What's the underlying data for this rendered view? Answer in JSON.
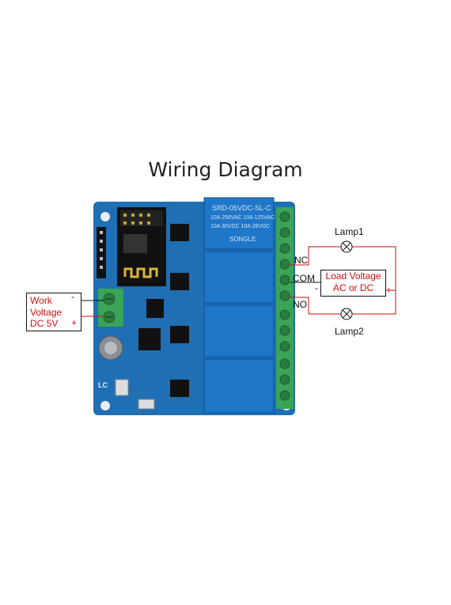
{
  "title": "Wiring Diagram",
  "work_voltage": {
    "lines": [
      "Work",
      "Voltage",
      "DC 5V"
    ],
    "minus": "-",
    "plus": "+"
  },
  "load_voltage": {
    "lines": [
      "Load Voltage",
      "AC or DC"
    ],
    "minus": "-",
    "plus": "+"
  },
  "terminals": {
    "nc": "NC",
    "com": "COM",
    "no": "NO"
  },
  "lamps": {
    "lamp1": "Lamp1",
    "lamp2": "Lamp2"
  },
  "relay_print": [
    "SRD-05VDC-SL-C",
    "10A 250VAC 10A 125VAC",
    "10A 30VDC 10A 28VDC",
    "SONGLE"
  ],
  "silkscreen": {
    "lc": "LC"
  },
  "colors": {
    "pcb": "#1f6fb5",
    "relay": "#1e77c9",
    "terminal": "#3aa457",
    "wire": "#cc1111"
  }
}
